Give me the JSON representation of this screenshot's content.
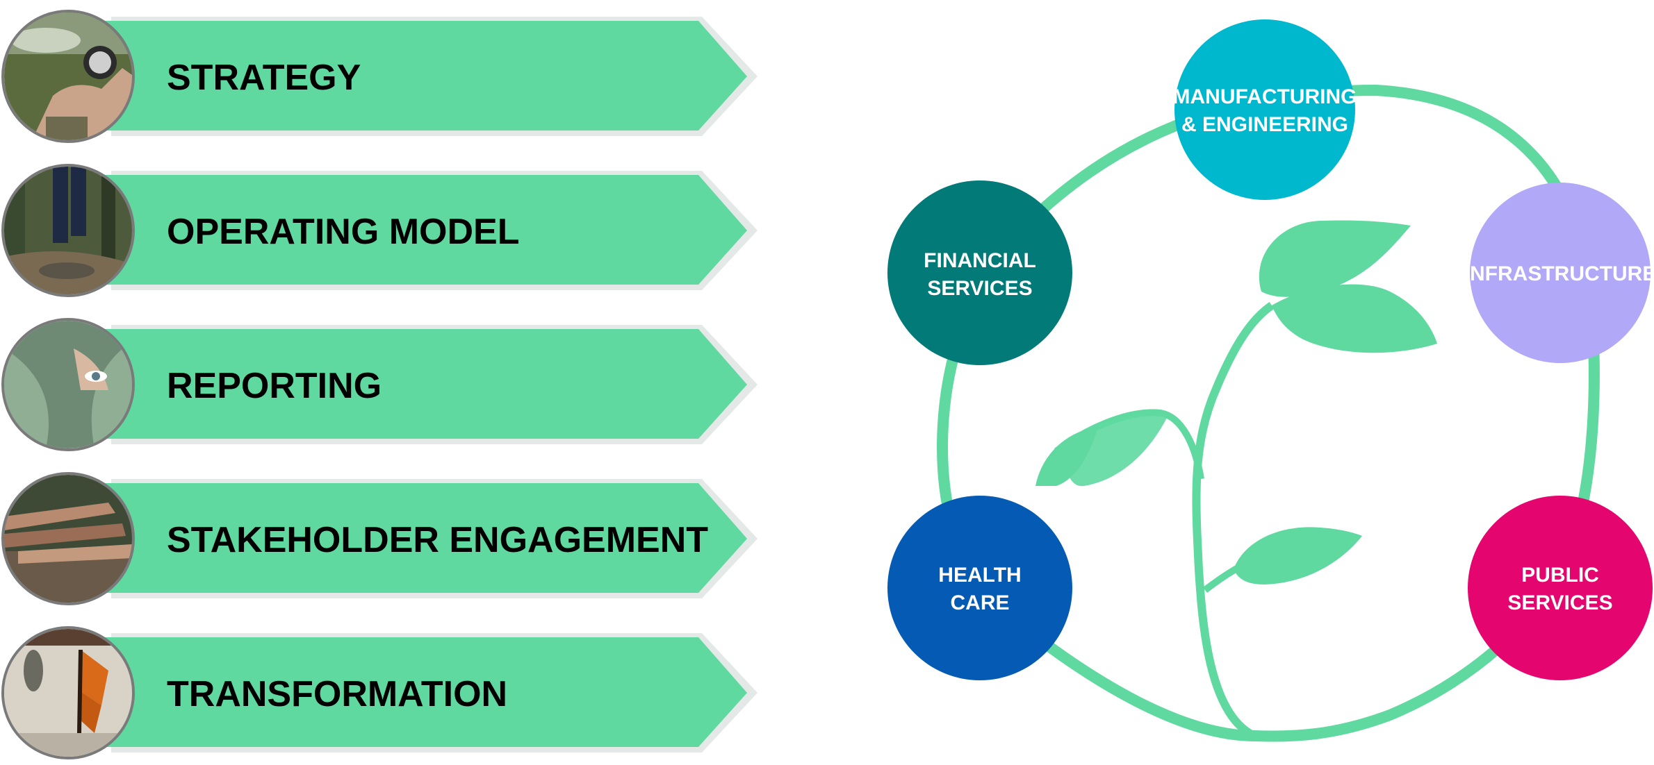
{
  "colors": {
    "banner": "#5FD9A0",
    "banner_shadow": "#e4e8e6",
    "vine": "#5FD9A0",
    "manufacturing": "#00B8CE",
    "infrastructure": "#B2A8F8",
    "public_services": "#E5056E",
    "health_care": "#055BB3",
    "financial_services": "#017A78"
  },
  "banners": [
    {
      "label": "STRATEGY",
      "image": "hand-holding-compass-photo"
    },
    {
      "label": "OPERATING MODEL",
      "image": "person-walking-forest-path-photo"
    },
    {
      "label": "REPORTING",
      "image": "eye-behind-leaf-photo"
    },
    {
      "label": "STAKEHOLDER ENGAGEMENT",
      "image": "stacked-hands-on-log-photo"
    },
    {
      "label": "TRANSFORMATION",
      "image": "butterfly-and-chrysalis-photo"
    }
  ],
  "sectors": {
    "manufacturing": {
      "line1": "MANUFACTURING",
      "line2": "& ENGINEERING"
    },
    "infrastructure": {
      "line1": "INFRASTRUCTURE"
    },
    "public_services": {
      "line1": "PUBLIC",
      "line2": "SERVICES"
    },
    "health_care": {
      "line1": "HEALTH",
      "line2": "CARE"
    },
    "financial_services": {
      "line1": "FINANCIAL",
      "line2": "SERVICES"
    }
  }
}
